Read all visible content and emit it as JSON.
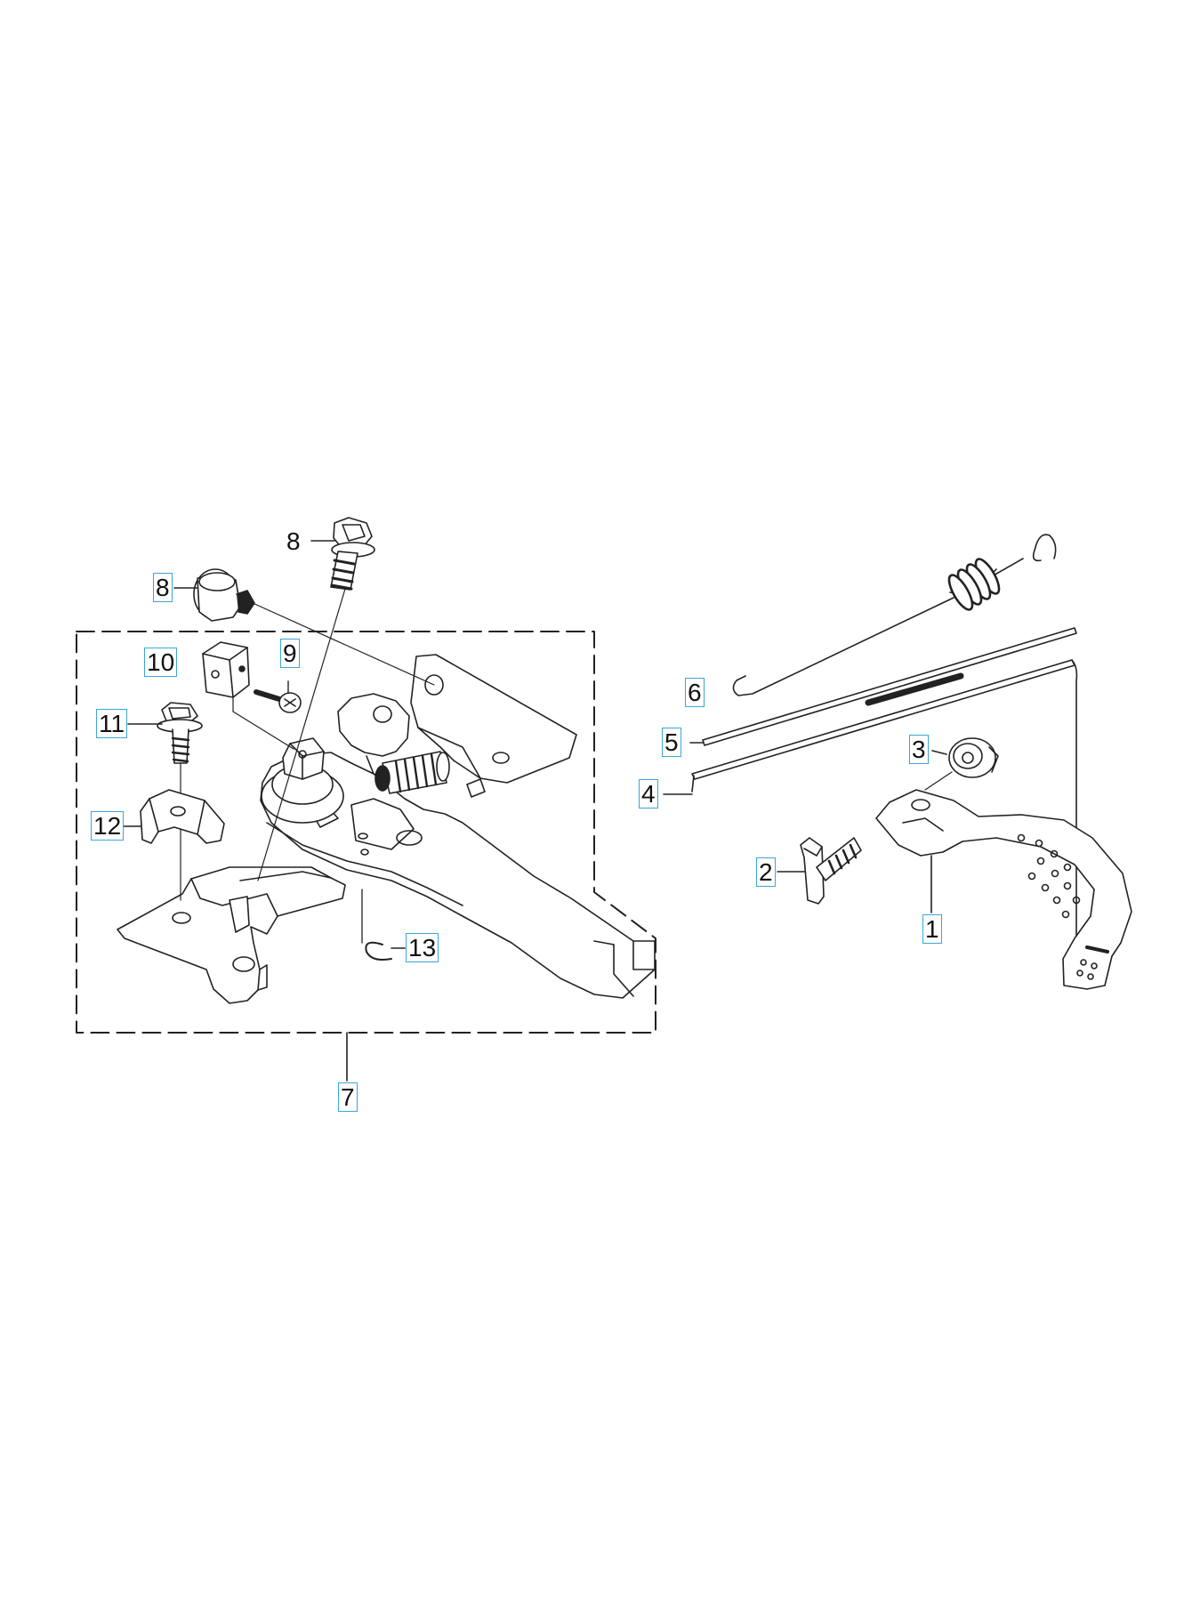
{
  "diagram": {
    "callouts": [
      {
        "id": "c8a",
        "text": "8",
        "boxed": false
      },
      {
        "id": "c8b",
        "text": "8",
        "boxed": true
      },
      {
        "id": "c10",
        "text": "10",
        "boxed": true
      },
      {
        "id": "c9",
        "text": "9",
        "boxed": true
      },
      {
        "id": "c11",
        "text": "11",
        "boxed": true
      },
      {
        "id": "c12",
        "text": "12",
        "boxed": true
      },
      {
        "id": "c13",
        "text": "13",
        "boxed": true
      },
      {
        "id": "c7",
        "text": "7",
        "boxed": true
      },
      {
        "id": "c6",
        "text": "6",
        "boxed": true
      },
      {
        "id": "c5",
        "text": "5",
        "boxed": true
      },
      {
        "id": "c4",
        "text": "4",
        "boxed": true
      },
      {
        "id": "c3",
        "text": "3",
        "boxed": true
      },
      {
        "id": "c2",
        "text": "2",
        "boxed": true
      },
      {
        "id": "c1",
        "text": "1",
        "boxed": true
      }
    ],
    "colors": {
      "line": "#222222",
      "callout_box": "#3aa7d6",
      "background": "#ffffff"
    }
  }
}
